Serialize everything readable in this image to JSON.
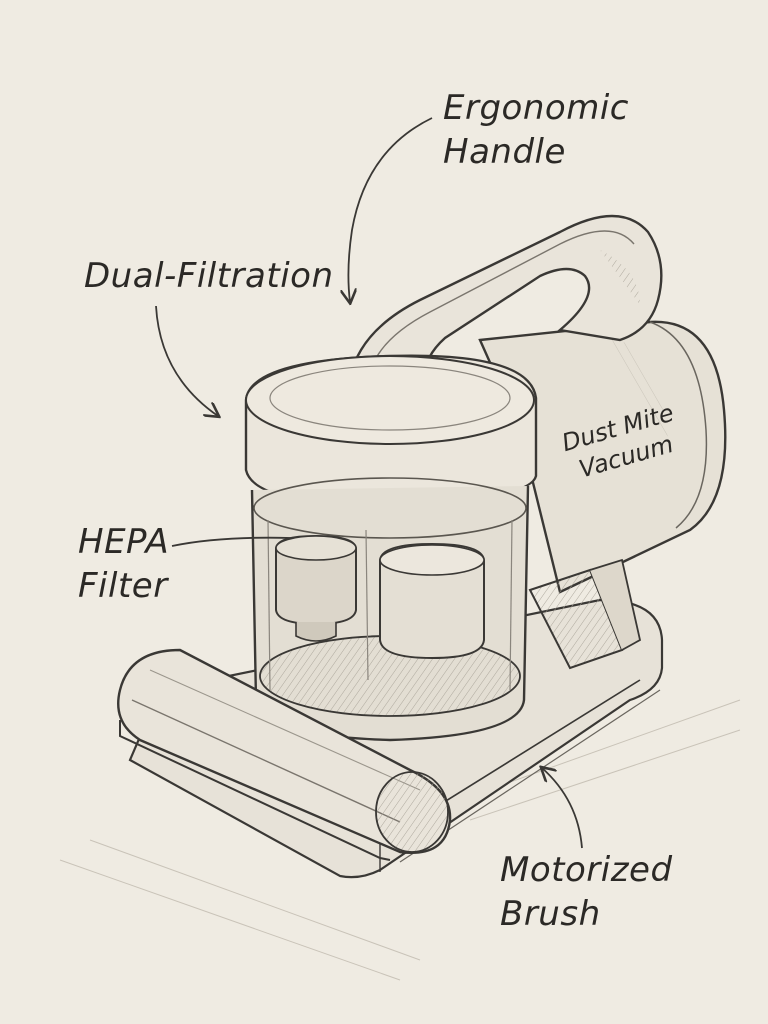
{
  "labels": {
    "handle": [
      "Ergonomic",
      "Handle"
    ],
    "filtration": [
      "Dual-Filtration"
    ],
    "hepa": [
      "HEPA",
      "Filter"
    ],
    "brush": [
      "Motorized",
      "Brush"
    ]
  },
  "product_name": [
    "Dust Mite",
    "Vacuum"
  ],
  "icons": {
    "body": "vacuum-body-drawing",
    "pointers": "arrow-icon"
  },
  "colors": {
    "paper": "#efebe2",
    "pencil": "#3a3835",
    "shade": "#9b968c"
  }
}
